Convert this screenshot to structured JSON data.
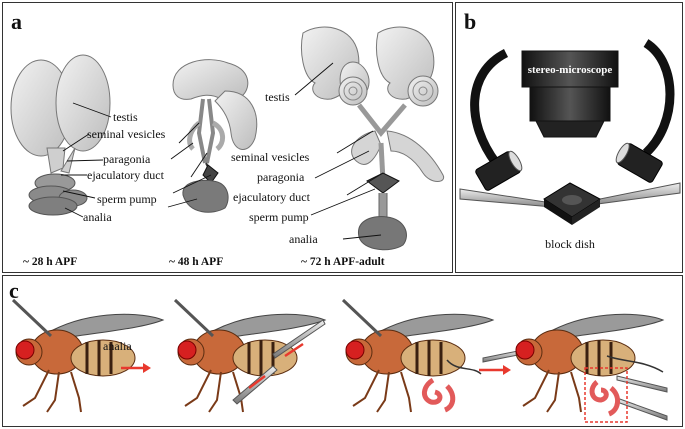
{
  "panel_a": {
    "letter": "a",
    "labels": {
      "testis": "testis",
      "seminal_vesicles": "seminal vesicles",
      "paragonia": "paragonia",
      "ejaculatory_duct": "ejaculatory duct",
      "sperm_pump": "sperm pump",
      "analia": "analia"
    },
    "stages": [
      "~ 28 h APF",
      "~ 48 h APF",
      "~ 72 h APF-adult"
    ]
  },
  "panel_b": {
    "letter": "b",
    "microscope_label": "stereo-microscope",
    "dish_label": "block dish"
  },
  "panel_c": {
    "letter": "c",
    "analia_label": "analia",
    "colors": {
      "arrow": "#e8392e",
      "eye": "#d62020",
      "body": "#c8693a",
      "tissue": "#e25a5a"
    }
  }
}
